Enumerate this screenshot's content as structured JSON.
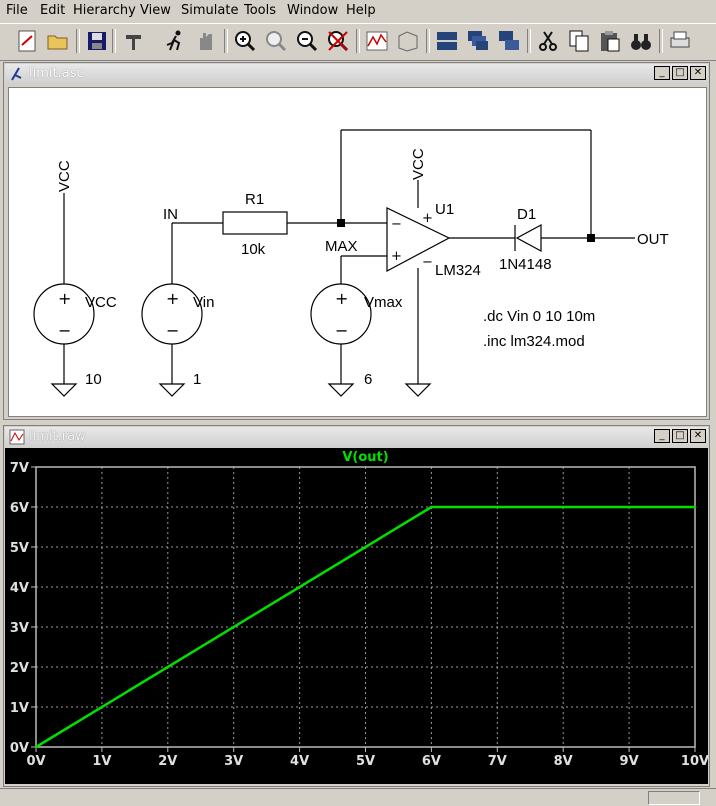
{
  "menu": [
    "File",
    "Edit",
    "Hierarchy",
    "View",
    "Simulate",
    "Tools",
    "Window",
    "Help"
  ],
  "toolbar_icons": [
    "new-schematic-icon",
    "open-folder-icon",
    "save-icon",
    "control-panel-hammer-icon",
    "run-icon",
    "halt-hand-icon",
    "zoom-in-icon",
    "pan-icon",
    "zoom-out-icon",
    "zoom-fit-icon",
    "waveform-icon",
    "3d-view-icon",
    "tile-horizontal-icon",
    "cascade-icon",
    "tile-vertical-icon",
    "cut-icon",
    "copy-icon",
    "paste-icon",
    "find-icon",
    "print-icon"
  ],
  "schematic_window": {
    "title": "limit.asc"
  },
  "plot_window": {
    "title": "limit.raw"
  },
  "schematic": {
    "labels": {
      "vcc_flag_left": "VCC",
      "vcc_source": "VCC",
      "vcc_value": "10",
      "in_net": "IN",
      "vin_source": "Vin",
      "vin_value": "1",
      "r1": "R1",
      "r1_value": "10k",
      "max_net": "MAX",
      "vmax_source": "Vmax",
      "vmax_value": "6",
      "vcc_flag_opamp": "VCC",
      "u1": "U1",
      "u1_model": "LM324",
      "d1": "D1",
      "d1_model": "1N4148",
      "out_net": "OUT",
      "plus": "+",
      "minus": "−",
      "directive_dc": ".dc Vin 0 10 10m",
      "directive_inc": ".inc lm324.mod"
    }
  },
  "chart_data": {
    "type": "line",
    "title": "V(out)",
    "xlim": [
      0,
      10
    ],
    "ylim": [
      0,
      7
    ],
    "x_ticks": [
      "0V",
      "1V",
      "2V",
      "3V",
      "4V",
      "5V",
      "6V",
      "7V",
      "8V",
      "9V",
      "10V"
    ],
    "y_ticks": [
      "0V",
      "1V",
      "2V",
      "3V",
      "4V",
      "5V",
      "6V",
      "7V"
    ],
    "grid": true,
    "series": [
      {
        "name": "V(out)",
        "color": "#00e000",
        "x": [
          0,
          6,
          10
        ],
        "y": [
          0,
          6,
          6
        ]
      }
    ]
  }
}
